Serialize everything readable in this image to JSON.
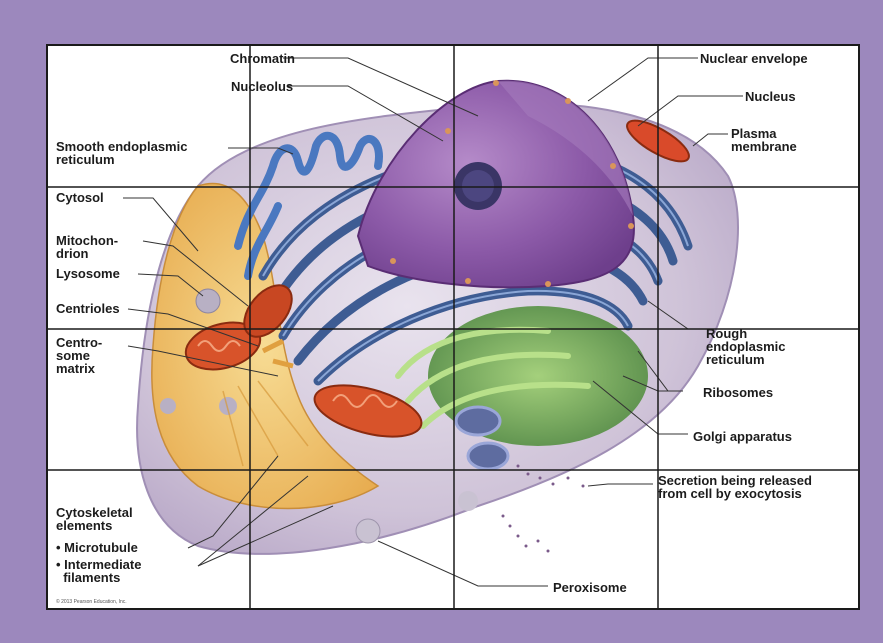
{
  "labels": {
    "chromatin": "Chromatin",
    "nucleolus": "Nucleolus",
    "nuclear_envelope": "Nuclear envelope",
    "nucleus": "Nucleus",
    "plasma_membrane": "Plasma\nmembrane",
    "smooth_er": "Smooth endoplasmic\nreticulum",
    "cytosol": "Cytosol",
    "mitochondrion": "Mitochon-\ndrion",
    "lysosome": "Lysosome",
    "centrioles": "Centrioles",
    "centrosome_matrix": "Centro-\nsome\nmatrix",
    "rough_er": "Rough\nendoplasmic\nreticulum",
    "ribosomes": "Ribosomes",
    "golgi": "Golgi apparatus",
    "secretion": "Secretion being released\nfrom cell by exocytosis",
    "cytoskeletal": "Cytoskeletal\nelements",
    "microtubule": "• Microtubule",
    "intermediate": "• Intermediate\n  filaments",
    "peroxisome": "Peroxisome",
    "copyright": "© 2013 Pearson Education, Inc."
  },
  "colors": {
    "background": "#9c88bd",
    "nucleus": "#8a5aa8",
    "rough_er": "#3e5c93",
    "smooth_er": "#4a78c0",
    "golgi": "#6fae4a",
    "mitochondrion": "#d8532a",
    "cytoplasm": "#f2c56d"
  }
}
